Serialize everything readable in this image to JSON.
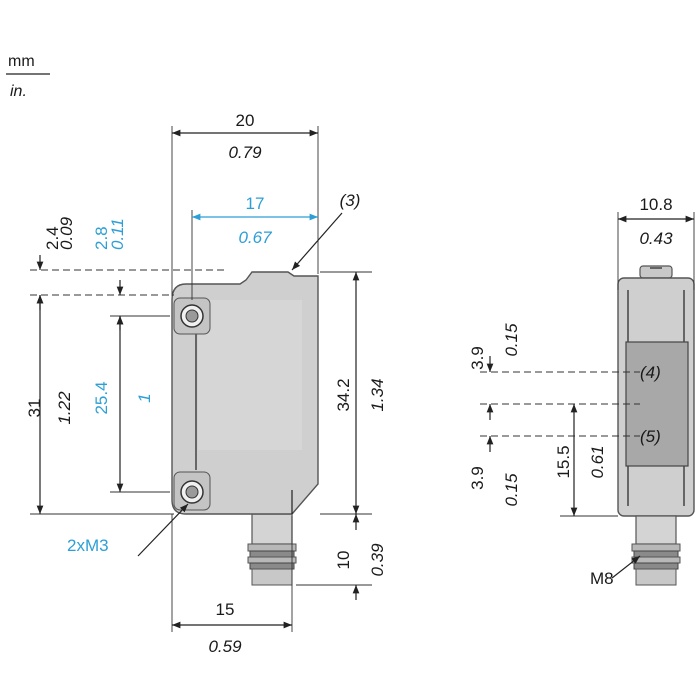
{
  "units": {
    "metric": "mm",
    "imperial": "in."
  },
  "front_view": {
    "width_total": {
      "mm": "20",
      "in": "0.79"
    },
    "hole_spacing_h": {
      "mm": "17",
      "in": "0.67"
    },
    "top_offset": {
      "mm": "2.4",
      "in": "0.09"
    },
    "hole_offset": {
      "mm": "2.8",
      "in": "0.11"
    },
    "height_body": {
      "mm": "31",
      "in": "1.22"
    },
    "hole_spacing_v": {
      "mm": "25.4",
      "in": "1"
    },
    "height_total": {
      "mm": "34.2",
      "in": "1.34"
    },
    "connector_length": {
      "mm": "10",
      "in": "0.39"
    },
    "bottom_width": {
      "mm": "15",
      "in": "0.59"
    },
    "callout_3": "(3)",
    "screw_label": "2xM3"
  },
  "side_view": {
    "width": {
      "mm": "10.8",
      "in": "0.43"
    },
    "window_top": {
      "mm": "3.9",
      "in": "0.15"
    },
    "window_bottom": {
      "mm": "3.9",
      "in": "0.15"
    },
    "window_height": {
      "mm": "15.5",
      "in": "0.61"
    },
    "callout_4": "(4)",
    "callout_5": "(5)",
    "connector_label": "M8"
  }
}
